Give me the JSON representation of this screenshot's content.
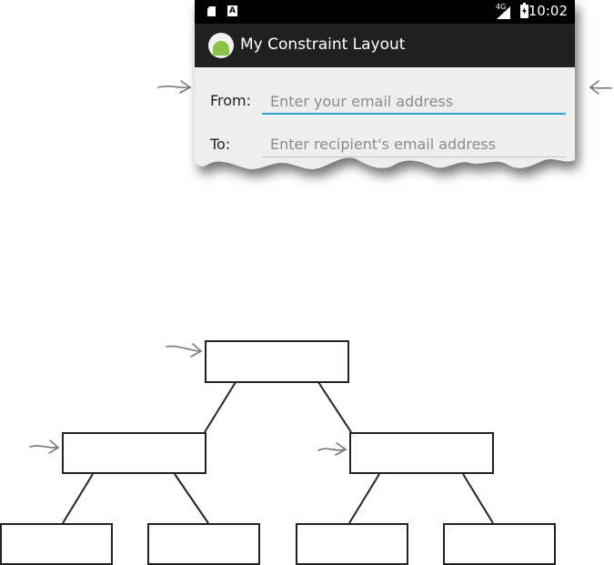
{
  "status_bar": {
    "time": "10:02",
    "network": "4G",
    "icons": [
      "sd-card-icon",
      "a-icon",
      "signal-icon",
      "battery-charging-icon"
    ]
  },
  "app_bar": {
    "title": "My Constraint Layout",
    "icon": "android-icon"
  },
  "form": {
    "from_label": "From:",
    "from_placeholder": "Enter your email address",
    "from_value": "",
    "to_label": "To:",
    "to_placeholder": "Enter recipient's email address",
    "to_value": ""
  },
  "colors": {
    "focus_underline": "#29a5d6",
    "app_bar": "#212121",
    "form_background": "#eeeeee",
    "android_green": "#8bc34a"
  },
  "diagram": {
    "root_label": "",
    "child_labels": [
      "",
      ""
    ],
    "leaf_labels": [
      "",
      "",
      "",
      ""
    ]
  }
}
